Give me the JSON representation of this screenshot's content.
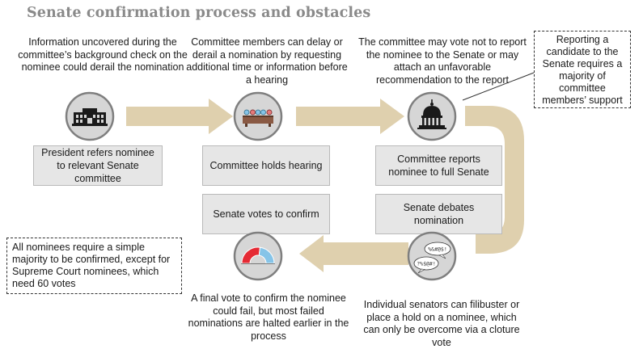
{
  "title": "Senate confirmation process and obstacles",
  "obstacles": {
    "background_check": "Information uncovered during the committee’s background check on the nominee could derail the nomination",
    "hearing": "Committee members can delay or derail a nomination by requesting additional time or information before a hearing",
    "committee_vote": "The committee may vote not to report the nominee to the Senate or may attach an unfavorable recommendation to the report",
    "filibuster": "Individual senators can filibuster or place a hold on a nominee, which can only be overcome via a cloture vote",
    "final_vote": "A final vote to confirm the nominee could fail, but most failed nominations are halted earlier in the process"
  },
  "steps": {
    "refer": "President refers nominee to relevant Senate committee",
    "hearing": "Committee holds hearing",
    "report": "Committee reports nominee to full Senate",
    "debate": "Senate debates nomination",
    "confirm": "Senate votes to confirm"
  },
  "callouts": {
    "reporting": "Reporting a candidate to the Senate requires a majority of committee members’ support",
    "majority": "All nominees require a simple majority to be confirmed, except for Supreme Court nominees, which need 60 votes"
  },
  "speech_bubbles": {
    "upper": "%&#@$!",
    "lower": "?%$@#!"
  },
  "colors": {
    "arrow": "#dfd0ae",
    "circle_fill": "#d6d6d6",
    "circle_border": "#7f7f7f",
    "step_fill": "#e6e6e6",
    "vote_red": "#e52a34",
    "vote_blue": "#86c4e8"
  },
  "icons": {
    "refer": "building-icon",
    "hearing": "committee-panel-icon",
    "report": "capitol-dome-icon",
    "debate": "speech-bubbles-icon",
    "confirm": "vote-gauge-icon"
  }
}
